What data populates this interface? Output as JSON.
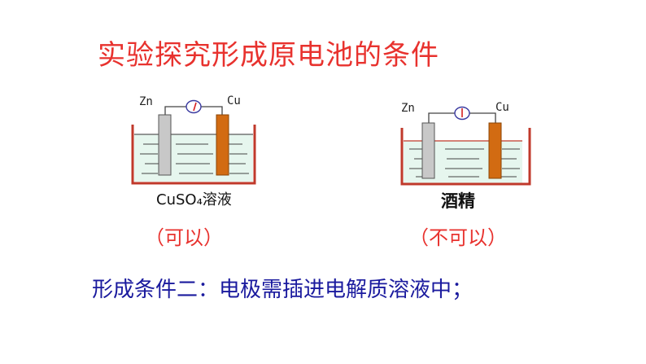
{
  "title": "实验探究形成原电池的条件",
  "cells": [
    {
      "anode": "Zn",
      "cathode": "Cu",
      "solution": "CuSO₄溶液",
      "result": "（可以）"
    },
    {
      "anode": "Zn",
      "cathode": "Cu",
      "solution": "酒精",
      "result": "（不可以）"
    }
  ],
  "conclusion": "形成条件二：电极需插进电解质溶液中；",
  "colors": {
    "title": "#e8322e",
    "result": "#e8322e",
    "conclusion": "#1a1a9e",
    "beaker": "#c0392b",
    "zinc": "#c8c8c8",
    "copper": "#d26b12",
    "liquid": "#e6f6ee"
  }
}
